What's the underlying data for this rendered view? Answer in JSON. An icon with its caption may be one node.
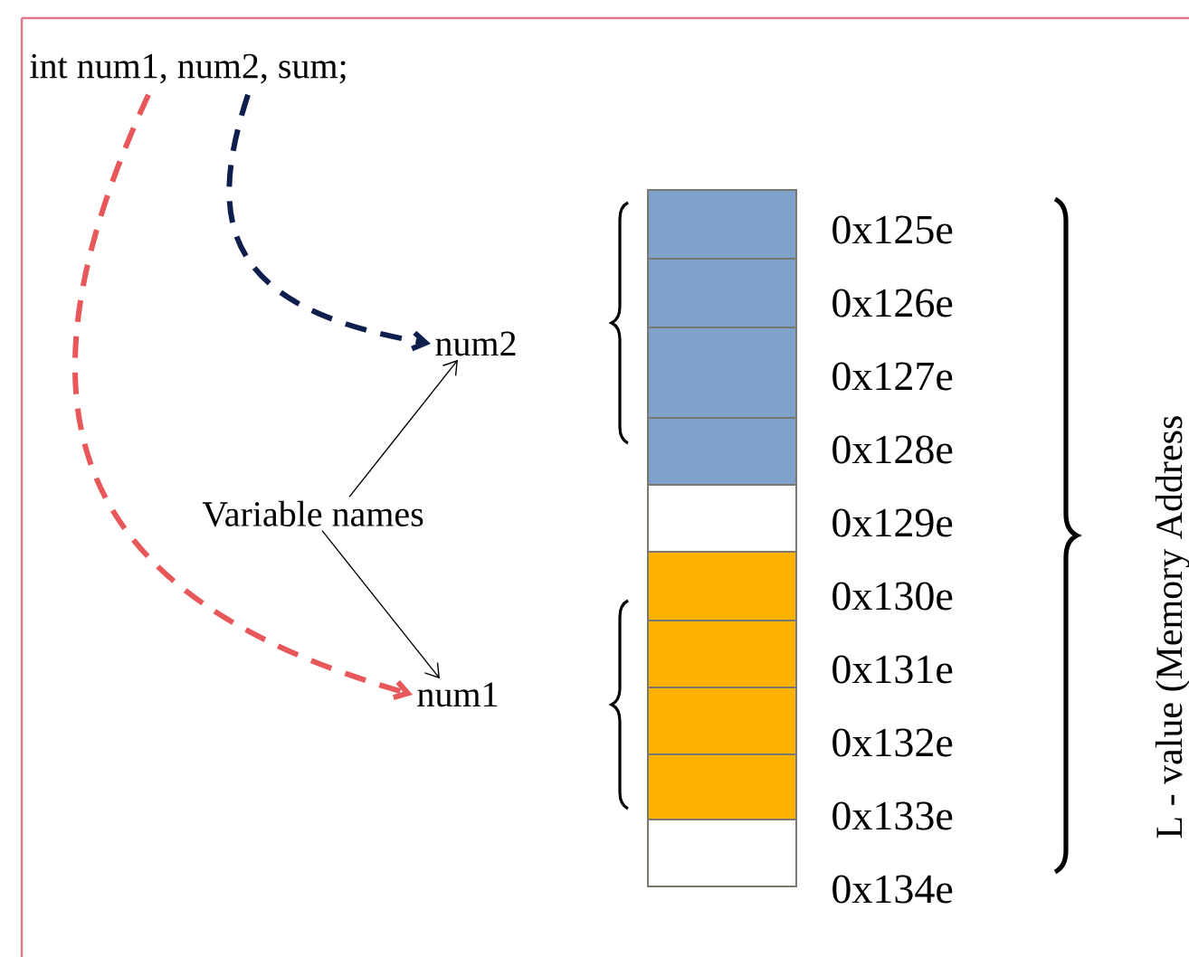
{
  "diagram": {
    "nodes": [
      {
        "text": [
          "int num1, num2, sum;"
        ]
      },
      {
        "text": [
          "num2"
        ]
      },
      {
        "text": [
          "Variable names"
        ]
      },
      {
        "text": [
          "num1"
        ]
      }
    ],
    "edges": [
      {
        "from": 0,
        "to": 1,
        "arrow": "to",
        "style": "dashed",
        "color": "#0f1f4d"
      },
      {
        "from": 0,
        "to": 3,
        "arrow": "to",
        "style": "dashed",
        "color": "#e8585a"
      },
      {
        "from": 2,
        "to": 1,
        "arrow": "to"
      },
      {
        "from": 2,
        "to": 3,
        "arrow": "to"
      }
    ],
    "labels": [
      "0x125e",
      "0x126e",
      "0x127e",
      "0x128e",
      "0x129e",
      "0x130e",
      "0x131e",
      "0x132e",
      "0x133e",
      "0x134e",
      "L - value (Memory Address"
    ]
  }
}
